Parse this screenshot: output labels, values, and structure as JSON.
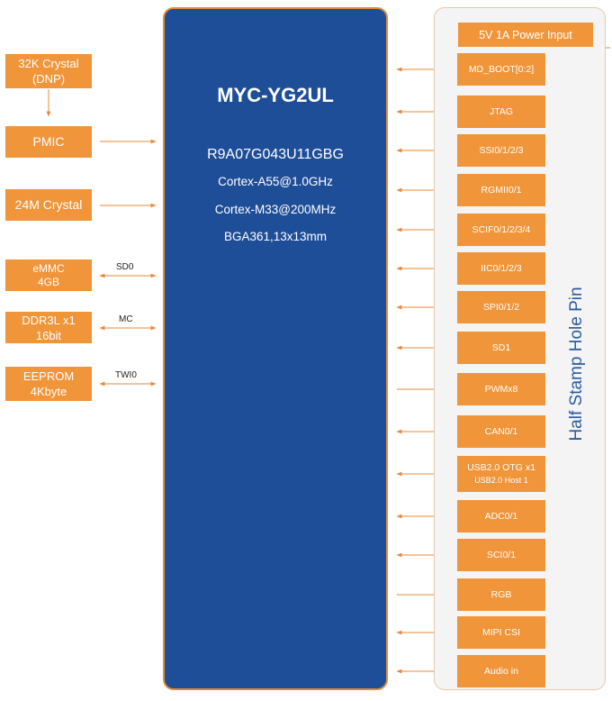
{
  "chip": {
    "name": "MYC-YG2UL",
    "part_number": "R9A07G043U11GBG",
    "core_a": "Cortex-A55@1.0GHz",
    "core_m": "Cortex-M33@200MHz",
    "package": "BGA361,13x13mm"
  },
  "left_blocks": {
    "crystal32k_line1": "32K Crystal",
    "crystal32k_line2": "(DNP)",
    "pmic": "PMIC",
    "crystal24m": "24M Crystal",
    "emmc_line1": "eMMC",
    "emmc_line2": "4GB",
    "ddr_line1": "DDR3L x1",
    "ddr_line2": "16bit",
    "eeprom_line1": "EEPROM",
    "eeprom_line2": "4Kbyte"
  },
  "bus_labels": {
    "emmc": "SD0",
    "ddr": "MC",
    "eeprom": "TWI0"
  },
  "power_input": "5V 1A Power Input",
  "stamp_label": "Half Stamp Hole Pin",
  "interfaces": [
    "MD_BOOT[0:2]",
    "JTAG",
    "SSI0/1/2/3",
    "RGMII0/1",
    "SCIF0/1/2/3/4",
    "IIC0/1/2/3",
    "SPI0/1/2",
    "SD1",
    "PWMx8",
    "CAN0/1",
    "USB2.0 OTG x1",
    "USB2.0 Host 1",
    "ADC0/1",
    "SCI0/1",
    "RGB",
    "MIPI CSI",
    "Audio in"
  ],
  "colors": {
    "block_orange": "#f0953a",
    "chip_blue": "#1f4e98",
    "arrow_orange": "#e8893a",
    "label_blue": "#2c5aa0"
  }
}
